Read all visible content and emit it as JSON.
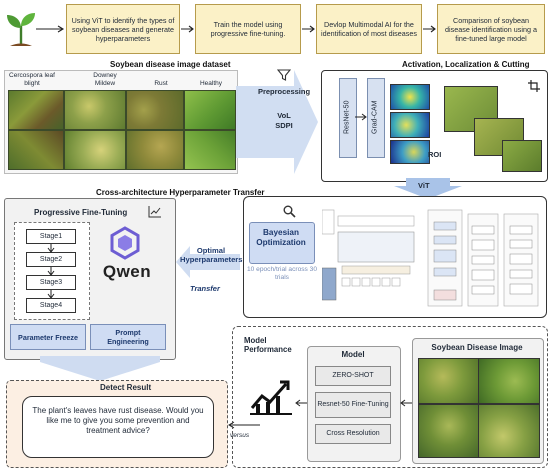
{
  "steps": [
    "Using ViT to identify the types of soybean diseases and generate hyperparameters",
    "Train the model using progressive fine-tuning.",
    "Devlop Multimodal AI for the identification of most diseases",
    "Comparison of soybean disease identification using a fine-tuned large model"
  ],
  "dataset": {
    "title": "Soybean disease image dataset",
    "classes": [
      "Cercospora leaf blight",
      "Downey Mildew",
      "Rust",
      "Healthy"
    ]
  },
  "preprocessing": {
    "label": "Preprocessing",
    "methods": "VoL\nSDPI"
  },
  "activation": {
    "title": "Activation, Localization & Cutting",
    "resnet": "ResNet-50",
    "gradcam": "Grad-CAM",
    "roi": "ROI",
    "vit": "ViT"
  },
  "hyper_transfer": {
    "title": "Cross-architecture Hyperparameter Transfer"
  },
  "finetune": {
    "title": "Progressive Fine-Tuning",
    "stages": [
      "Stage1",
      "Stage2",
      "Stage3",
      "Stage4"
    ],
    "brand": "Qwen",
    "param_freeze": "Parameter Freeze",
    "prompt_eng": "Prompt Engineering"
  },
  "optimal": {
    "label": "Optimal Hyperparameters",
    "transfer": "Transfer"
  },
  "bayes": {
    "title": "Bayesian Optimization",
    "subtitle": "10 epoch/trial across 30 trials"
  },
  "detect": {
    "title": "Detect Result",
    "message": "The plant's leaves have rust disease. Would you like me to give you some prevention and treatment advice?"
  },
  "versus": "versus",
  "performance": {
    "label": "Model Performance"
  },
  "model": {
    "title": "Model",
    "items": [
      "ZERO-SHOT",
      "Resnet-50 Fine-Tuning",
      "Cross Resolution"
    ]
  },
  "soy_image": {
    "title": "Soybean Disease Image"
  },
  "colors": {
    "step_fill": "#fbf1c7",
    "arrow_blue": "#a9c3e8",
    "btn_fill": "#cfdcf3",
    "qwen_purple": "#6d5dd3"
  },
  "icons": [
    "plant-sprout-icon",
    "funnel-icon",
    "crop-icon",
    "gear-search-icon",
    "line-chart-icon",
    "growth-chart-icon"
  ]
}
